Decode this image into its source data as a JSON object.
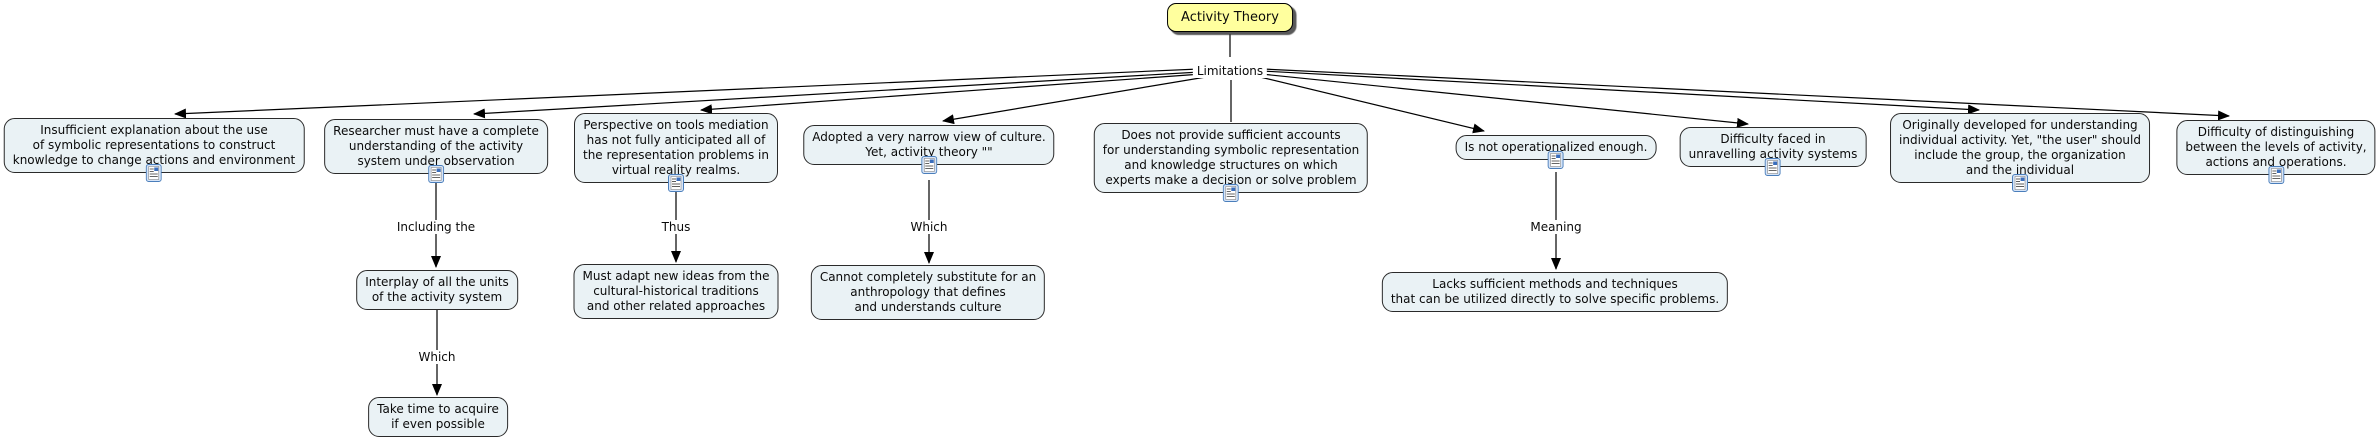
{
  "concept_map": {
    "root": {
      "label": "Activity Theory"
    },
    "root_link_label": "Limitations",
    "limitations": [
      {
        "label": "Insufficient explanation about the use\nof symbolic representations to construct\nknowledge to change actions and environment",
        "resource_icon": "document-resource"
      },
      {
        "label": "Researcher must have a complete\nunderstanding of the activity\nsystem under observation",
        "resource_icon": "document-resource",
        "link_label": "Including the",
        "child": {
          "label": "Interplay of all the units\nof the activity system",
          "link_label": "Which",
          "child": {
            "label": "Take time to acquire\nif even possible"
          }
        }
      },
      {
        "label": "Perspective on tools mediation\nhas not fully anticipated all of\nthe representation problems in\nvirtual reality realms.",
        "resource_icon": "document-resource",
        "link_label": "Thus",
        "child": {
          "label": "Must adapt new ideas from the\ncultural-historical traditions\nand other related approaches"
        }
      },
      {
        "label": "Adopted a very narrow view of culture.\nYet, activity theory \"\"",
        "resource_icon": "document-resource",
        "link_label": "Which",
        "child": {
          "label": "Cannot completely substitute for an\nanthropology that defines\nand understands culture"
        }
      },
      {
        "label": "Does not provide sufficient accounts\nfor understanding symbolic representation\nand knowledge structures on which\nexperts make a decision or solve problem",
        "resource_icon": "document-resource"
      },
      {
        "label": "Is not operationalized enough.",
        "resource_icon": "document-resource",
        "link_label": "Meaning",
        "child": {
          "label": "Lacks sufficient methods and techniques\nthat can be utilized directly to solve specific problems."
        }
      },
      {
        "label": "Difficulty faced in\nunravelling activity systems",
        "resource_icon": "document-resource"
      },
      {
        "label": "Originally developed for understanding\nindividual activity. Yet, \"the user\" should\ninclude the group, the organization\nand the individual",
        "resource_icon": "document-resource"
      },
      {
        "label": "Difficulty of distinguishing\nbetween the levels of activity,\nactions and operations.",
        "resource_icon": "document-resource"
      }
    ],
    "colors": {
      "root_fill": "#ffff9e",
      "concept_fill": "#eaf2f5",
      "concept_border": "#2a2a2a",
      "line": "#000000",
      "resource_icon_border": "#4a7ebb"
    }
  }
}
